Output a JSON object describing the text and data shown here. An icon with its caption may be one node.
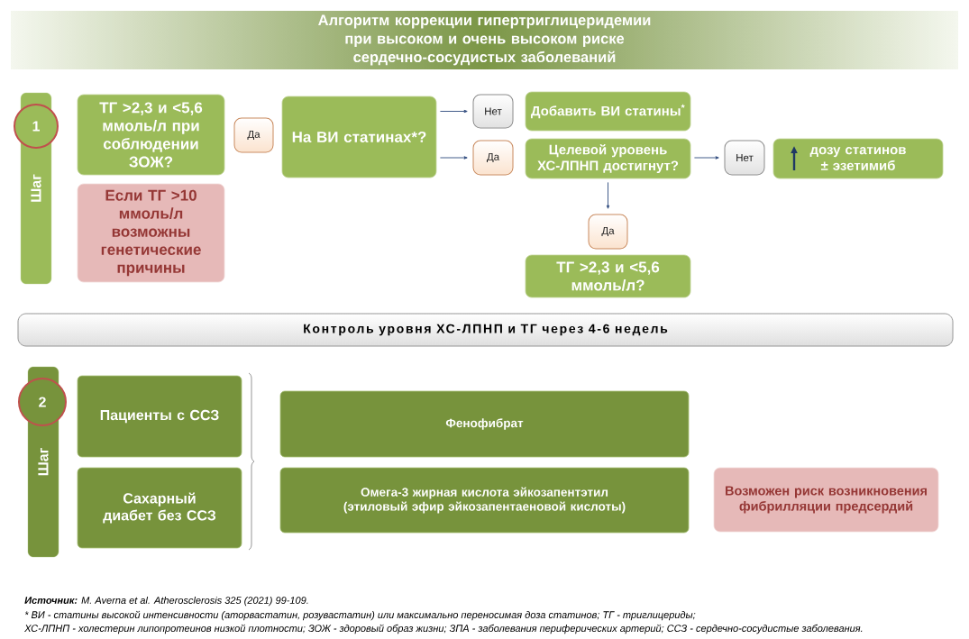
{
  "diagram": {
    "title": "Алгоритм коррекции гипертриглицеридемии при высоком и очень высоком риске сердечно-сосудистых заболеваний",
    "nodes": [
      {
        "text": [
          "Шаг"
        ]
      },
      {
        "text": [
          "1"
        ]
      },
      {
        "text": [
          "ТГ >2,3 и <5,6 ммоль/л при соблюдении ЗОЖ?"
        ]
      },
      {
        "text": [
          "Если ТГ >10 ммоль/л возможны генетические причины"
        ]
      },
      {
        "text": [
          "Да"
        ]
      },
      {
        "text": [
          "На ВИ статинах*?"
        ]
      },
      {
        "text": [
          "Нет"
        ]
      },
      {
        "text": [
          "Да"
        ]
      },
      {
        "text": [
          "Добавить ВИ статины$^{*}$"
        ]
      },
      {
        "text": [
          "Целевой уровень ХС-ЛПНП достигнут?"
        ]
      },
      {
        "text": [
          "Нет"
        ]
      },
      {
        "text": [
          "дозу статинов ± эзетимиб"
        ]
      },
      {
        "text": [
          "Да"
        ]
      },
      {
        "text": [
          "ТГ >2,3 и <5,6 ммоль/л?"
        ]
      },
      {
        "text": [
          "Контроль уровня ХС-ЛПНП и ТГ через 4-6 недель"
        ]
      },
      {
        "text": [
          "Шаг"
        ]
      },
      {
        "text": [
          "2"
        ]
      },
      {
        "text": [
          "Пациенты с ССЗ"
        ]
      },
      {
        "text": [
          "Сахарный диабет без ССЗ"
        ]
      },
      {
        "text": [
          "Фенофибрат"
        ]
      },
      {
        "text": [
          "Омега-3 жирная кислота эйкозапентэтил (этиловый эфир эйкозапентаеновой кислоты)"
        ]
      },
      {
        "text": [
          "Возможен риск возникновения фибрилляции предсердий"
        ]
      }
    ],
    "edges": [
      {
        "from": 5,
        "to": 6,
        "arrow": "to"
      },
      {
        "from": 5,
        "to": 7,
        "arrow": "to"
      },
      {
        "from": 9,
        "to": 10,
        "arrow": "to"
      },
      {
        "from": 9,
        "to": 12,
        "arrow": "to"
      }
    ],
    "labels": [
      "**Источник:** M. Averna et al. Atherosclerosis 325 (2021) 99-109.",
      "* ВИ - статины высокой интенсивности (аторвастатин, розувастатин) или максимально переносимая доза статинов; ТГ - триглицериды;",
      "ХС-ЛПНП - холестерин липопротеинов низкой плотности; ЗОЖ - здоровый образ жизни; ЗПА - заболевания периферических артерий; ССЗ - сердечно-сосудистые заболевания."
    ]
  }
}
